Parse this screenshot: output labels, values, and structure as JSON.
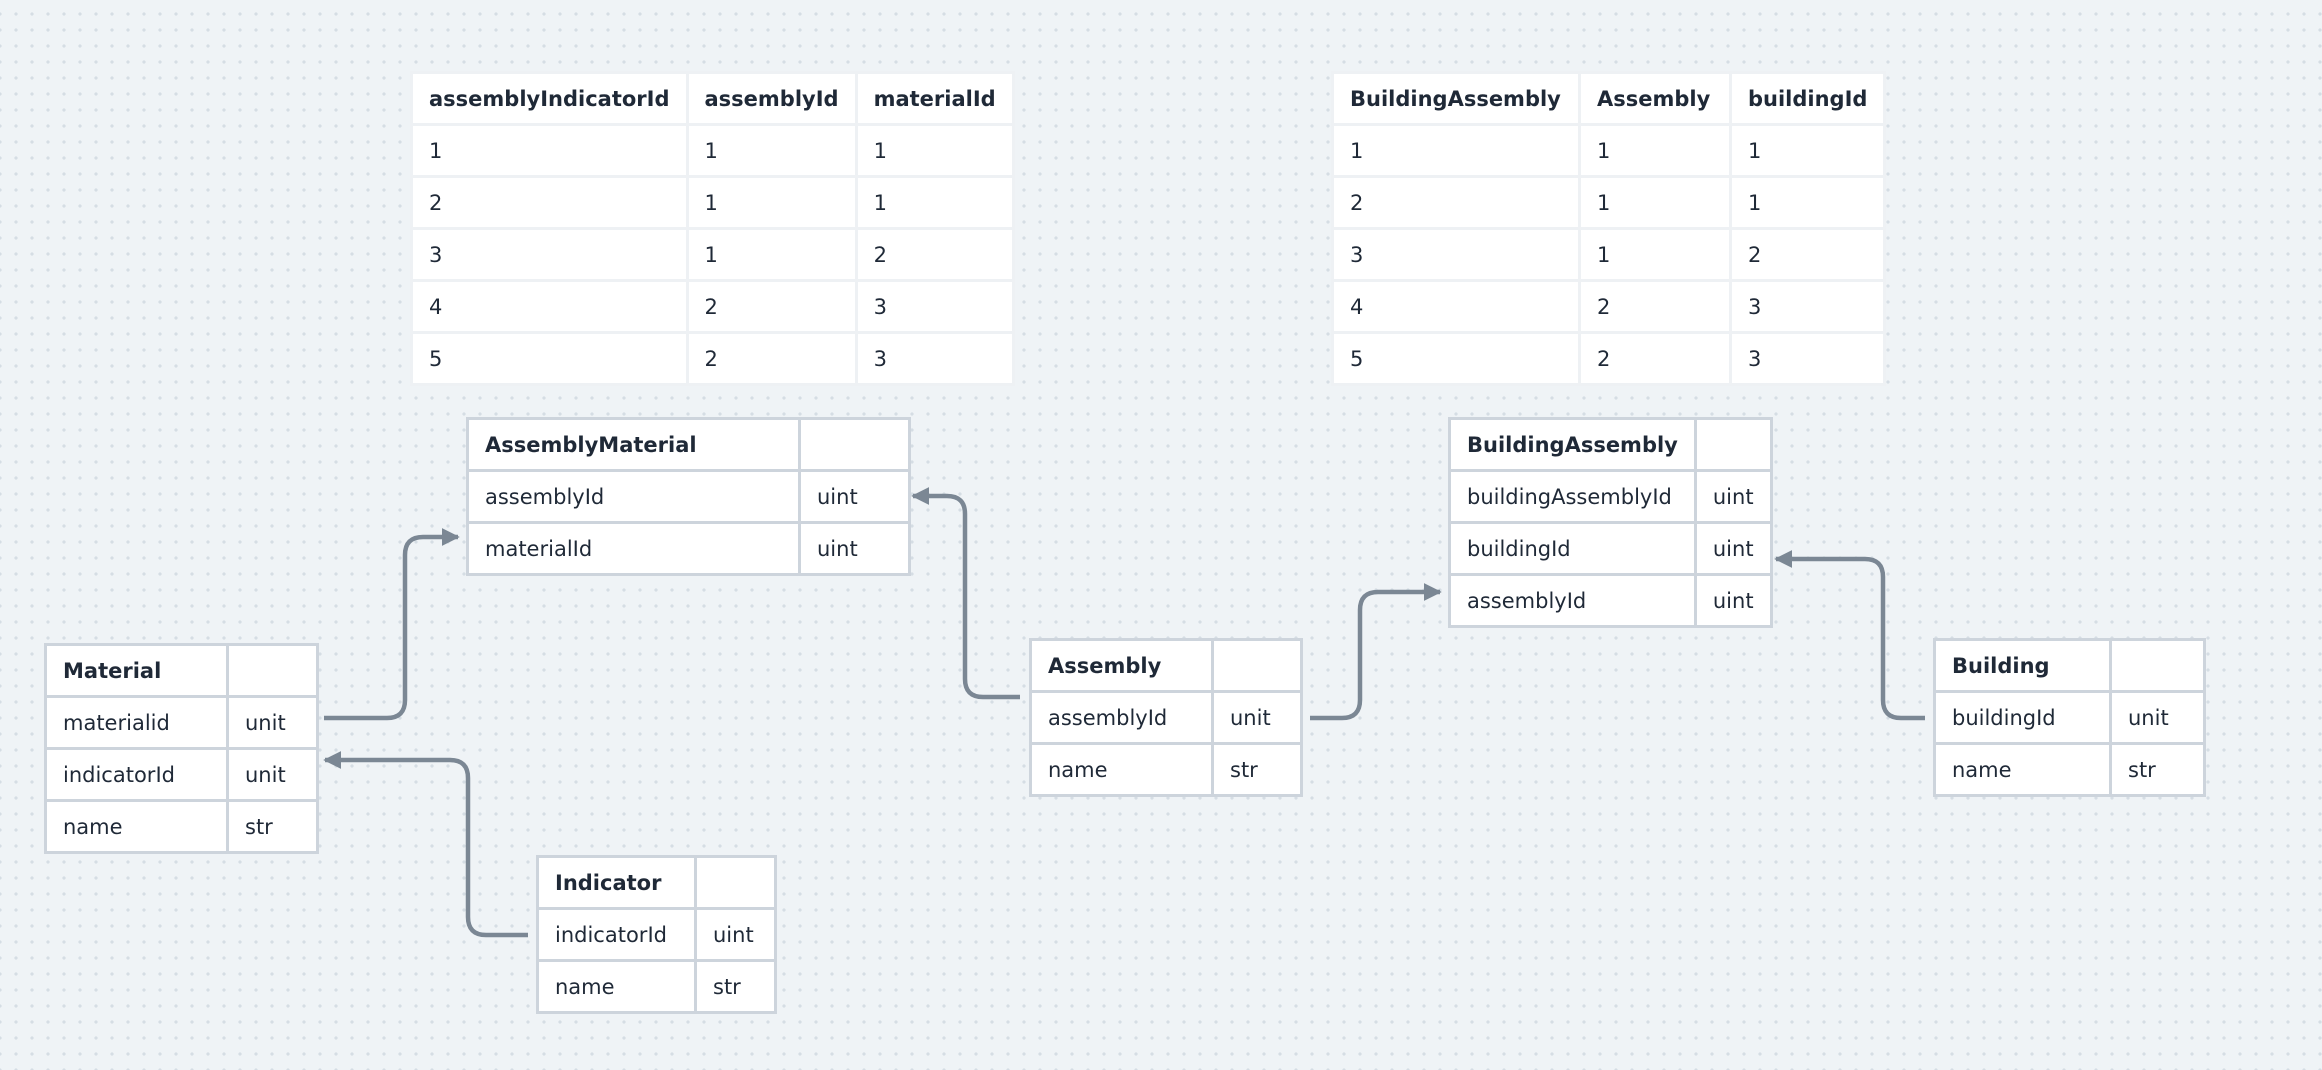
{
  "assembly_material_data": {
    "columns": [
      "assemblyIndicatorId",
      "assemblyId",
      "materialId"
    ],
    "rows": [
      [
        "1",
        "1",
        "1"
      ],
      [
        "2",
        "1",
        "1"
      ],
      [
        "3",
        "1",
        "2"
      ],
      [
        "4",
        "2",
        "3"
      ],
      [
        "5",
        "2",
        "3"
      ]
    ]
  },
  "building_assembly_data": {
    "columns": [
      "BuildingAssembly",
      "Assembly",
      "buildingId"
    ],
    "rows": [
      [
        "1",
        "1",
        "1"
      ],
      [
        "2",
        "1",
        "1"
      ],
      [
        "3",
        "1",
        "2"
      ],
      [
        "4",
        "2",
        "3"
      ],
      [
        "5",
        "2",
        "3"
      ]
    ]
  },
  "entities": {
    "assembly_material": {
      "title": "AssemblyMaterial",
      "fields": [
        [
          "assemblyId",
          "uint"
        ],
        [
          "materialId",
          "uint"
        ]
      ]
    },
    "building_assembly": {
      "title": "BuildingAssembly",
      "fields": [
        [
          "buildingAssemblyId",
          "uint"
        ],
        [
          "buildingId",
          "uint"
        ],
        [
          "assemblyId",
          "uint"
        ]
      ]
    },
    "material": {
      "title": "Material",
      "fields": [
        [
          "materialid",
          "unit"
        ],
        [
          "indicatorId",
          "unit"
        ],
        [
          "name",
          "str"
        ]
      ]
    },
    "assembly": {
      "title": "Assembly",
      "fields": [
        [
          "assemblyId",
          "unit"
        ],
        [
          "name",
          "str"
        ]
      ]
    },
    "building": {
      "title": "Building",
      "fields": [
        [
          "buildingId",
          "unit"
        ],
        [
          "name",
          "str"
        ]
      ]
    },
    "indicator": {
      "title": "Indicator",
      "fields": [
        [
          "indicatorId",
          "uint"
        ],
        [
          "name",
          "str"
        ]
      ]
    }
  },
  "connector_color": "#7b8794"
}
